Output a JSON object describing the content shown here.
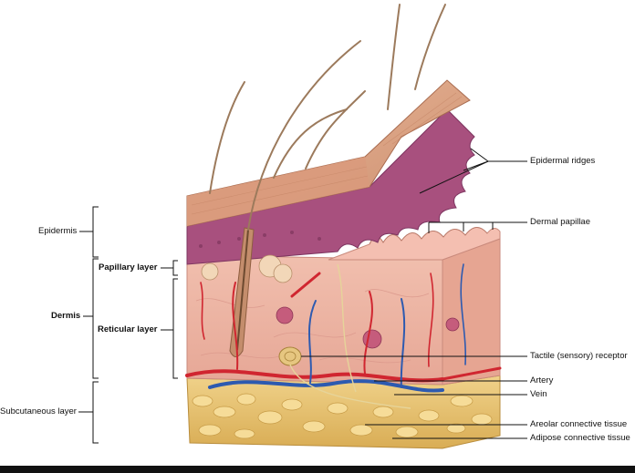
{
  "labels": {
    "epidermis": "Epidermis",
    "papillary_layer": "Papillary layer",
    "dermis": "Dermis",
    "reticular_layer": "Reticular layer",
    "subcutaneous_layer": "Subcutaneous layer",
    "epidermal_ridges": "Epidermal ridges",
    "dermal_papillae": "Dermal papillae",
    "tactile_receptor": "Tactile (sensory) receptor",
    "artery": "Artery",
    "vein": "Vein",
    "areolar_tissue": "Areolar connective tissue",
    "adipose_tissue": "Adipose connective tissue"
  },
  "colors": {
    "epidermis_surface": "#e0a485",
    "epidermis_living": "#a8507e",
    "dermis": "#efb5a6",
    "subcutaneous_fat": "#e7c270",
    "artery": "#d02630",
    "vein": "#2d5ab0",
    "hair": "#9c7a5c"
  }
}
